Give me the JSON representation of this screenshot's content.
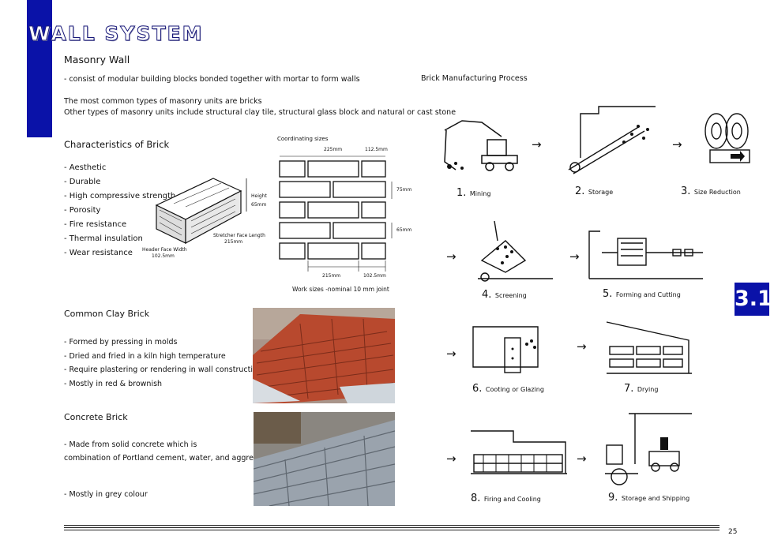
{
  "title": "WALL SYSTEM",
  "masonry": {
    "heading": "Masonry Wall",
    "def": "- consist of modular building blocks bonded together with mortar to form walls",
    "types1": "The most common types of masonry units are bricks",
    "types2": "Other types of masonry units include structural clay tile, structural glass block and natural or cast stone"
  },
  "characteristics": {
    "heading": "Characteristics of Brick",
    "items": [
      "- Aesthetic",
      "- Durable",
      "- High compressive strength",
      "- Porosity",
      "- Fire resistance",
      "- Thermal insulation",
      "- Wear resistance"
    ]
  },
  "brick_diagram": {
    "height": "Height",
    "height_val": "65mm",
    "stretcher": "Stretcher Face Length",
    "stretcher_val": "215mm",
    "header": "Header Face Width",
    "header_val": "102.5mm"
  },
  "coord": {
    "title": "Coordinating sizes",
    "top1": "225mm",
    "top2": "112.5mm",
    "right1": "75mm",
    "right2": "65mm",
    "bottom1": "215mm",
    "bottom2": "102.5mm",
    "caption": "Work sizes -nominal 10 mm joint"
  },
  "clay": {
    "heading": "Common Clay Brick",
    "items": [
      "- Formed by pressing in molds",
      "- Dried and fried in a kiln high temperature",
      "- Require plastering or rendering in wall construction",
      "- Mostly in red & brownish"
    ]
  },
  "concrete": {
    "heading": "Concrete Brick",
    "line1": "- Made from solid concrete which is",
    "line2": "combination of Portland cement, water, and aggregates",
    "line3": "- Mostly in grey colour"
  },
  "process": {
    "heading": "Brick Manufacturing Process",
    "steps": [
      {
        "num": "1.",
        "label": "Mining"
      },
      {
        "num": "2.",
        "label": "Storage"
      },
      {
        "num": "3.",
        "label": "Size Reduction"
      },
      {
        "num": "4.",
        "label": "Screening"
      },
      {
        "num": "5.",
        "label": "Forming and Cutting"
      },
      {
        "num": "6.",
        "label": "Cooting or Glazing"
      },
      {
        "num": "7.",
        "label": "Drying"
      },
      {
        "num": "8.",
        "label": "Firing and Cooling"
      },
      {
        "num": "9.",
        "label": "Storage and Shipping"
      }
    ],
    "arrow": "→"
  },
  "badge": "3.1",
  "page_number": "25",
  "colors": {
    "accent": "#0a12a8"
  }
}
